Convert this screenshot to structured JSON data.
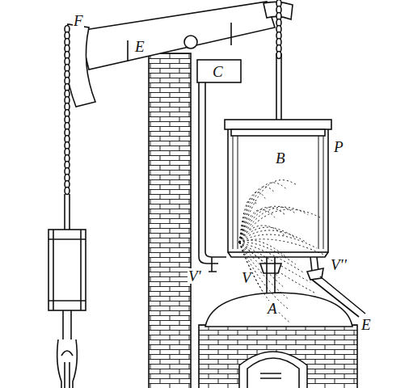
{
  "diagram": {
    "labels": [
      "F",
      "E",
      "C",
      "B",
      "P",
      "V'",
      "V",
      "V''",
      "A",
      "E"
    ]
  }
}
